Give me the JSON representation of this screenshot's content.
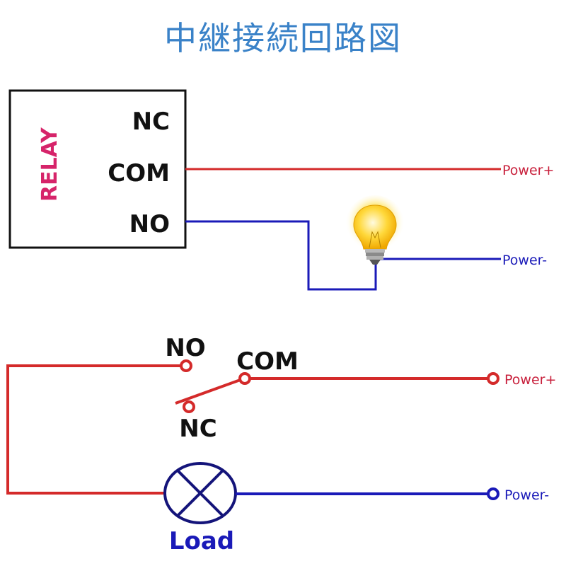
{
  "title": "中継接続回路図",
  "colors": {
    "title": "#3a82c8",
    "positive_wire": "#d42a2a",
    "negative_wire": "#1a1ab8",
    "relay_label": "#d6246a",
    "terminal_label": "#111111",
    "load_symbol": "#14147a",
    "load_label": "#1a1ab8",
    "power_plus_label": "#c8203c",
    "power_minus_label": "#1a1ab8"
  },
  "top_diagram": {
    "relay_label": "RELAY",
    "terminals": [
      "NC",
      "COM",
      "NO"
    ],
    "power_plus": "Power+",
    "power_minus": "Power-",
    "load_icon": "light-bulb-icon"
  },
  "bottom_diagram": {
    "terminals": {
      "no": "NO",
      "com": "COM",
      "nc": "NC"
    },
    "power_plus": "Power+",
    "power_minus": "Power-",
    "load_label": "Load",
    "load_icon": "lamp-symbol-icon"
  }
}
